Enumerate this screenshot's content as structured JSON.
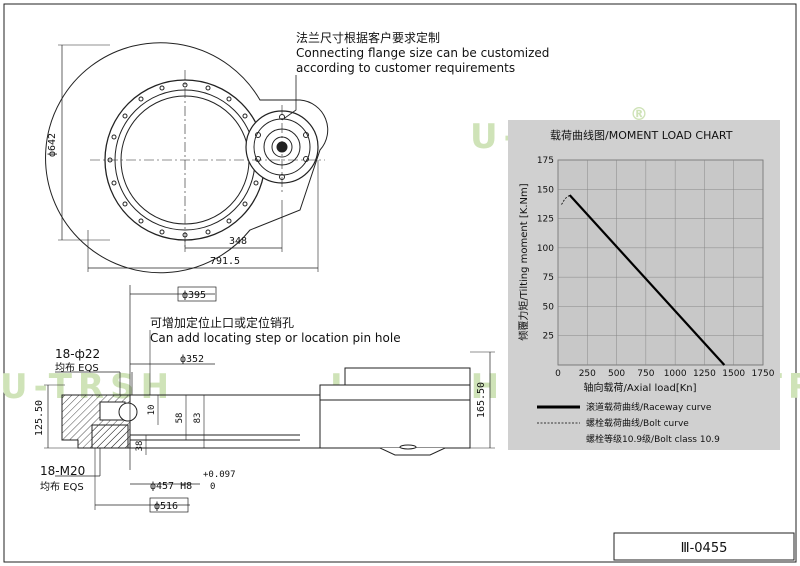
{
  "note": {
    "cn": "法兰尺寸根据客户要求定制",
    "en1": "Connecting flange size can be customized",
    "en2": "according to customer requirements"
  },
  "top_view": {
    "dia_642": "ф642",
    "dim_348": "348",
    "dim_791": "791.5"
  },
  "section": {
    "note_cn": "可增加定位止口或定位销孔",
    "note_en": "Can add locating step or location pin hole",
    "d395": "ф395",
    "d352": "ф352",
    "holes_top": "18-ф22",
    "holes_top_sub": "均布 EQS",
    "holes_bot": "18-M20",
    "holes_bot_sub": "均布 EQS",
    "d457": "ф457 H8",
    "tol_up": "+0.097",
    "tol_lo": "0",
    "d516": "ф516",
    "h125": "125.50",
    "h165": "165.50",
    "h10": "10",
    "h58": "58",
    "h83": "83",
    "h38": "38"
  },
  "watermark": "U-TRSH",
  "watermark_mark": "®",
  "chart_data": {
    "type": "line",
    "title": "载荷曲线图/MOMENT LOAD CHART",
    "xlabel": "轴向载荷/Axial load[Kn]",
    "ylabel": "倾覆力矩/Tilting moment [K.Nm]",
    "xlim": [
      0,
      1750
    ],
    "ylim": [
      0,
      175
    ],
    "x_ticks": [
      0,
      250,
      500,
      750,
      1000,
      1250,
      1500,
      1750
    ],
    "y_ticks": [
      25,
      50,
      75,
      100,
      125,
      150,
      175
    ],
    "grid": true,
    "series": [
      {
        "name": "滚道载荷曲线/Raceway curve",
        "style": "solid",
        "x": [
          100,
          1420
        ],
        "y": [
          145,
          0
        ]
      },
      {
        "name": "螺栓载荷曲线/Bolt curve",
        "style": "dashed",
        "x": [
          30,
          60,
          100
        ],
        "y": [
          137,
          142,
          145
        ]
      }
    ],
    "bolt_class": "螺栓等级10.9级/Bolt class 10.9",
    "colors": {
      "plot_bg": "#c8c8c8",
      "line": "#000000"
    }
  },
  "drawing_no": "Ⅲ-0455"
}
